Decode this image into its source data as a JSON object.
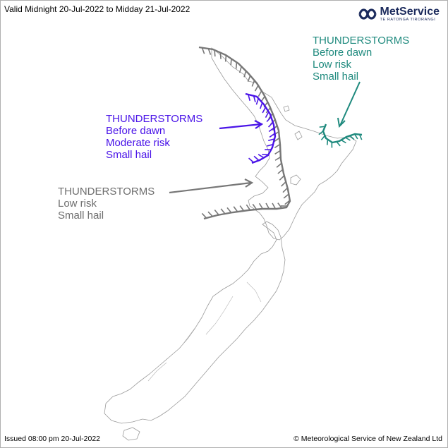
{
  "header": {
    "valid_text": "Valid Midnight 20-Jul-2022 to Midday 21-Jul-2022",
    "brand": "MetService",
    "brand_subtitle": "TE RATONGA TIRORANGI"
  },
  "footer": {
    "issued_text": "Issued 08:00 pm 20-Jul-2022",
    "copyright_text": "© Meteorological Service of New Zealand Ltd"
  },
  "warnings": [
    {
      "id": "purple",
      "lines": [
        "THUNDERSTORMS",
        "Before dawn",
        "Moderate risk",
        "Small hail"
      ],
      "color": "#4a14e8"
    },
    {
      "id": "grey",
      "lines": [
        "THUNDERSTORMS",
        "Low risk",
        "Small hail"
      ],
      "color": "#6e6e6e"
    },
    {
      "id": "teal",
      "lines": [
        "THUNDERSTORMS",
        "Before dawn",
        "Low risk",
        "Small hail"
      ],
      "color": "#1f8a7e"
    }
  ],
  "colors": {
    "coast": "#9a9a9a",
    "brand": "#1b2a5c",
    "border": "#b0b0b0"
  }
}
